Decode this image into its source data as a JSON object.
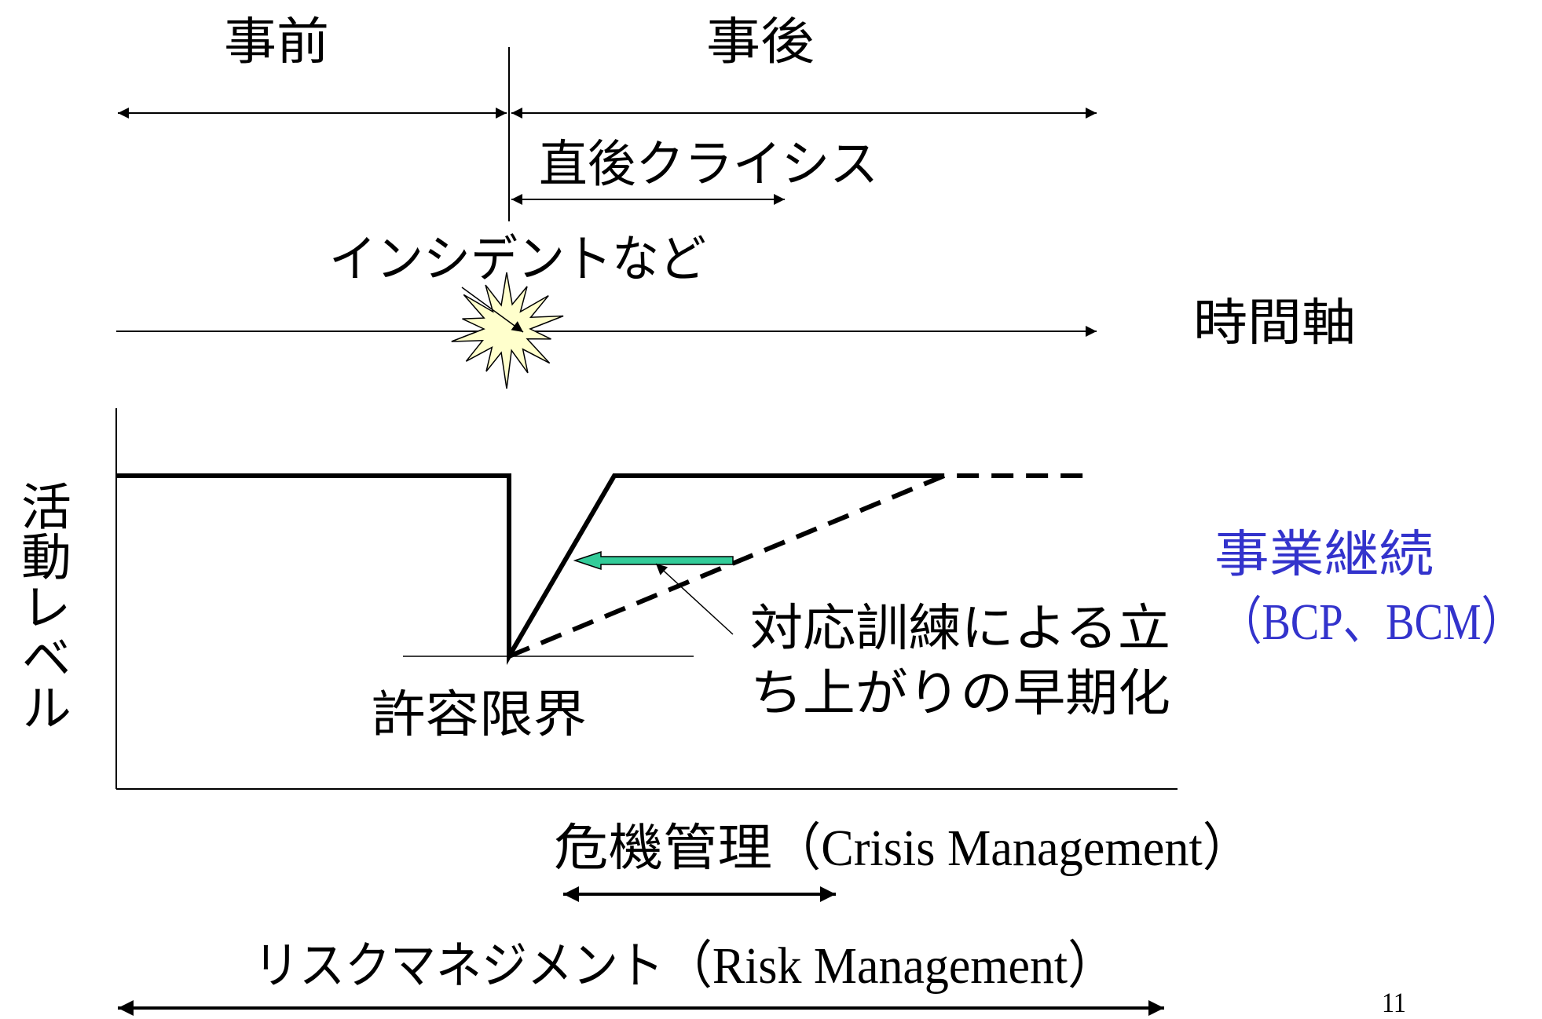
{
  "timeline": {
    "before_label": "事前",
    "after_label": "事後",
    "immediate_crisis_label": "直後クライシス",
    "incident_label": "インシデントなど",
    "time_axis_label": "時間軸"
  },
  "graph": {
    "y_axis_label": "活動レベル",
    "tolerance_limit_label": "許容限界",
    "training_note_line1": "対応訓練による立",
    "training_note_line2": "ち上がりの早期化"
  },
  "business_continuity": {
    "label": "事業継続",
    "abbrev": "（BCP、BCM）"
  },
  "scopes": {
    "crisis_management": {
      "ja": "危機管理",
      "en": "（Crisis Management）"
    },
    "risk_management": {
      "ja": "リスクマネジメント",
      "en": "（Risk Management）"
    }
  },
  "page_number": "11",
  "colors": {
    "business_continuity_text": "#3333cc",
    "training_arrow": "#33cc99",
    "incident_burst": "#ffffcc"
  }
}
